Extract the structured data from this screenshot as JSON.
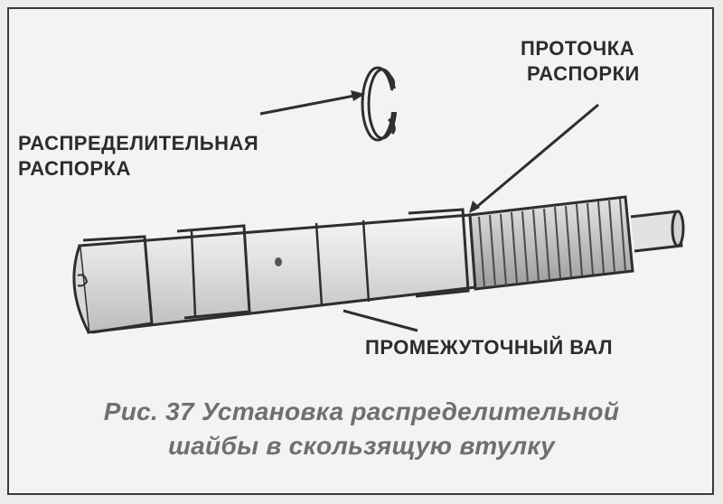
{
  "labels": {
    "spacer_line1": "РАСПРЕДЕЛИТЕЛЬНАЯ",
    "spacer_line2": "РАСПОРКА",
    "groove_line1": "ПРОТОЧКА",
    "groove_line2": "РАСПОРКИ",
    "shaft": "ПРОМЕЖУТОЧНЫЙ ВАЛ"
  },
  "caption": {
    "line1": "Рис. 37 Установка распределительной",
    "line2": "шайбы в скользящую втулку"
  }
}
